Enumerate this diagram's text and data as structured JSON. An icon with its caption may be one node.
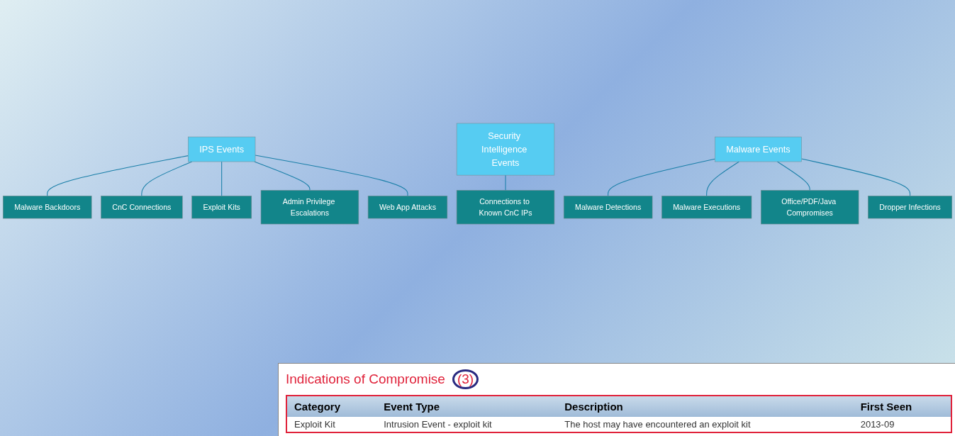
{
  "diagram": {
    "nodes": [
      {
        "text": [
          "IPS Events"
        ]
      },
      {
        "text": [
          "Malware Backdoors"
        ]
      },
      {
        "text": [
          "CnC Connections"
        ]
      },
      {
        "text": [
          "Exploit Kits"
        ]
      },
      {
        "text": [
          "Admin Privilege Escalations"
        ]
      },
      {
        "text": [
          "Web App Attacks"
        ]
      },
      {
        "text": [
          "Security Intelligence Events"
        ]
      },
      {
        "text": [
          "Connections to Known CnC IPs"
        ]
      },
      {
        "text": [
          "Malware Events"
        ]
      },
      {
        "text": [
          "Malware Detections"
        ]
      },
      {
        "text": [
          "Malware Executions"
        ]
      },
      {
        "text": [
          "Office/PDF/Java Compromises"
        ]
      },
      {
        "text": [
          "Dropper Infections"
        ]
      }
    ],
    "edges": [
      {
        "from": 0,
        "to": 1,
        "arrow": "none"
      },
      {
        "from": 0,
        "to": 2,
        "arrow": "none"
      },
      {
        "from": 0,
        "to": 3,
        "arrow": "none"
      },
      {
        "from": 0,
        "to": 4,
        "arrow": "none"
      },
      {
        "from": 0,
        "to": 5,
        "arrow": "none"
      },
      {
        "from": 6,
        "to": 7,
        "arrow": "none"
      },
      {
        "from": 8,
        "to": 9,
        "arrow": "none"
      },
      {
        "from": 8,
        "to": 10,
        "arrow": "none"
      },
      {
        "from": 8,
        "to": 11,
        "arrow": "none"
      },
      {
        "from": 8,
        "to": 12,
        "arrow": "none"
      }
    ],
    "labels": [
      "Indications of Compromise",
      "(3)",
      "Category",
      "Event Type",
      "Description",
      "First Seen",
      "Exploit Kit",
      "Intrusion Event - exploit kit",
      "The host may have encountered an exploit kit",
      "2013-09"
    ]
  }
}
